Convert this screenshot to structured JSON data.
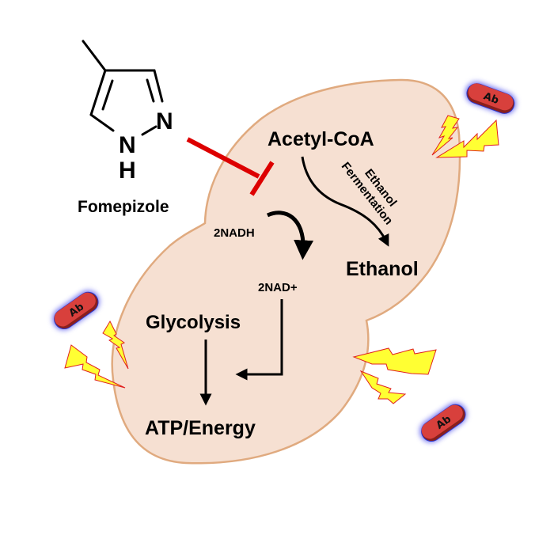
{
  "diagram": {
    "drug": {
      "name": "Fomepizole",
      "atoms": {
        "n_top": "N",
        "n_bottom": "N",
        "h": "H"
      }
    },
    "inhibition_color": "#dd0000",
    "cell": {
      "fill": "#f6e0d2",
      "stroke": "#e0aa7f",
      "nodes": {
        "acetyl_coa": "Acetyl-CoA",
        "ethanol": "Ethanol",
        "fermentation_label_line1": "Ethanol",
        "fermentation_label_line2": "Fermentation",
        "nadh": "2NADH",
        "nad_plus": "2NAD+",
        "glycolysis": "Glycolysis",
        "atp": "ATP/Energy"
      }
    },
    "antibodies": [
      {
        "label": "Ab",
        "position": "top-right"
      },
      {
        "label": "Ab",
        "position": "left"
      },
      {
        "label": "Ab",
        "position": "bottom-right"
      }
    ],
    "antibody_colors": {
      "body": "#d8403c",
      "shadow": "#8a1f1c",
      "glow": "#6a6cf0"
    },
    "lightning_colors": {
      "fill": "#ffff33",
      "stroke": "#e02020"
    }
  }
}
